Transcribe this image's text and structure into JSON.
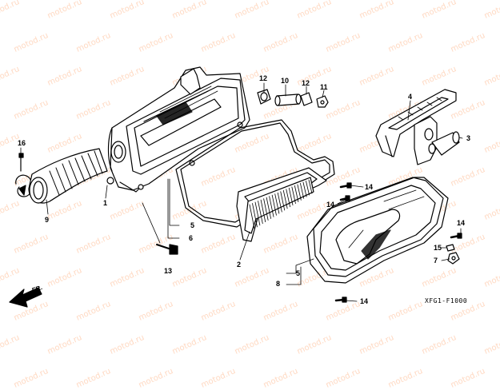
{
  "watermark": "motod.ru",
  "diagram_code": "XFG1-F1000",
  "front_label": "FR.",
  "callouts": {
    "c1": "1",
    "c2": "2",
    "c3": "3",
    "c4": "4",
    "c5a": "5",
    "c5b": "5",
    "c6": "6",
    "c7": "7",
    "c8": "8",
    "c9": "9",
    "c10": "10",
    "c11": "11",
    "c12a": "12",
    "c12b": "12",
    "c13": "13",
    "c14a": "14",
    "c14b": "14",
    "c14c": "14",
    "c14d": "14",
    "c15": "15",
    "c16": "16"
  }
}
